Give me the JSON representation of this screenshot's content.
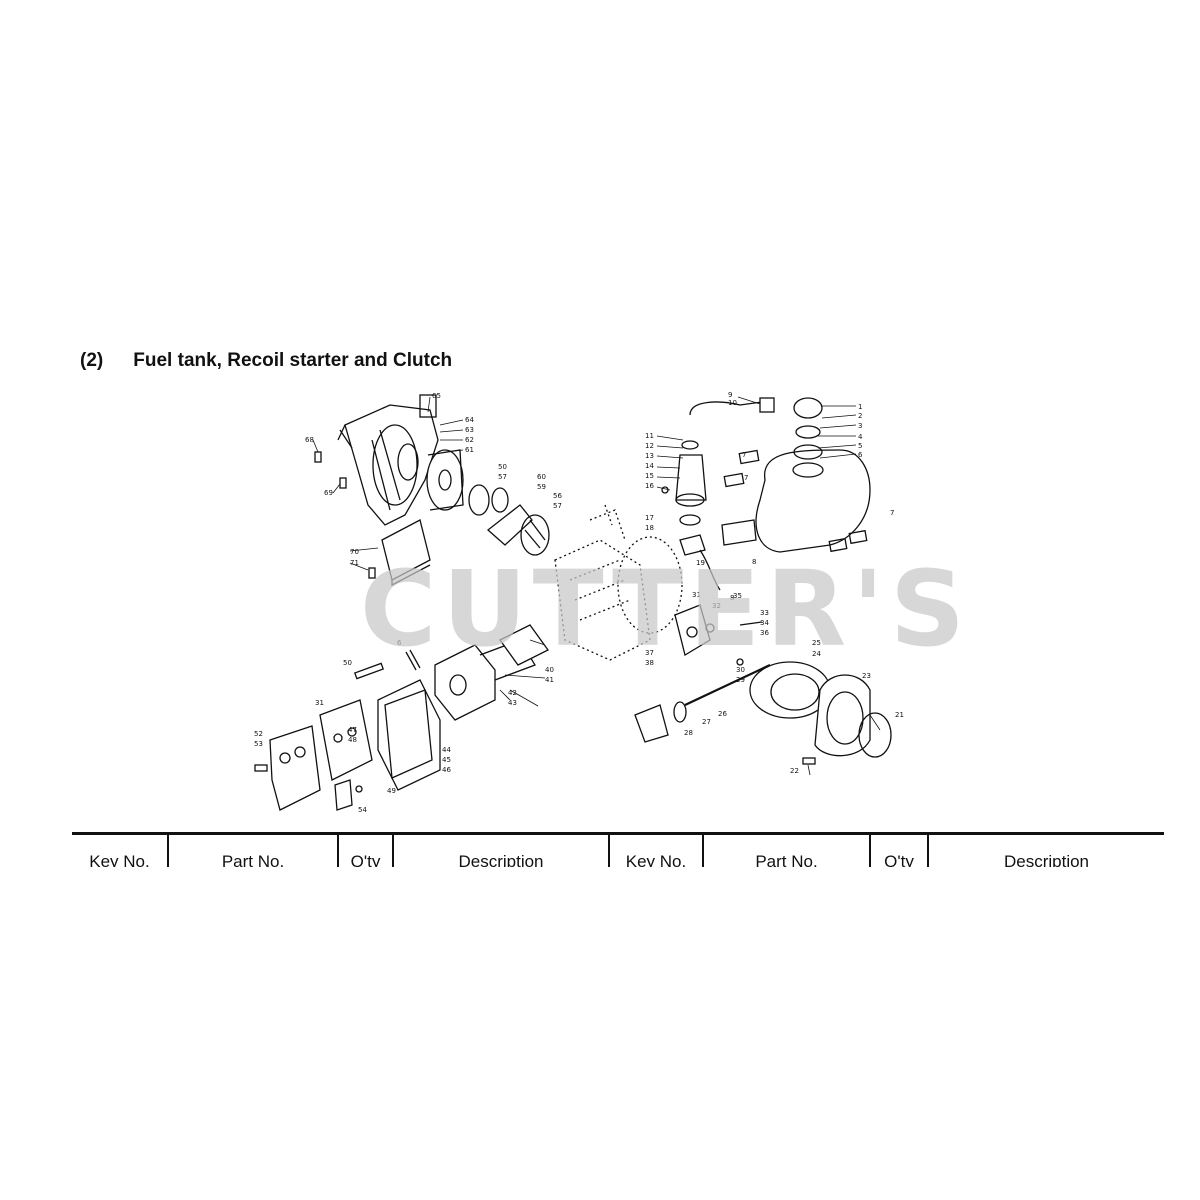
{
  "section": {
    "number": "(2)",
    "title": "Fuel tank, Recoil starter and Clutch"
  },
  "watermark": "CUTTER'S",
  "table": {
    "headers": [
      "Key No.",
      "Part No.",
      "Q'ty",
      "Description",
      "Key No.",
      "Part No.",
      "Q'ty",
      "Description"
    ]
  },
  "callouts": [
    "1",
    "2",
    "3",
    "4",
    "5",
    "6",
    "7",
    "7",
    "7",
    "8",
    "9",
    "10",
    "11",
    "12",
    "13",
    "14",
    "15",
    "16",
    "17",
    "18",
    "19",
    "21",
    "22",
    "23",
    "24",
    "25",
    "26",
    "27",
    "28",
    "29",
    "30",
    "31",
    "31",
    "32",
    "33",
    "34",
    "35",
    "36",
    "37",
    "38",
    "40",
    "41",
    "42",
    "43",
    "44",
    "45",
    "46",
    "47",
    "48",
    "49",
    "50",
    "50",
    "52",
    "53",
    "54",
    "56",
    "57",
    "57",
    "59",
    "60",
    "61",
    "62",
    "63",
    "64",
    "65",
    "68",
    "69",
    "70",
    "71",
    "8",
    "6"
  ]
}
